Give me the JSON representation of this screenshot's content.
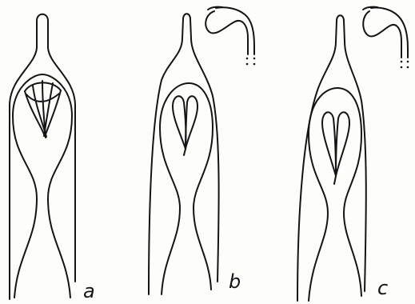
{
  "figure": {
    "panels": [
      {
        "letter": "a"
      },
      {
        "letter": "b"
      },
      {
        "letter": "c"
      }
    ]
  }
}
